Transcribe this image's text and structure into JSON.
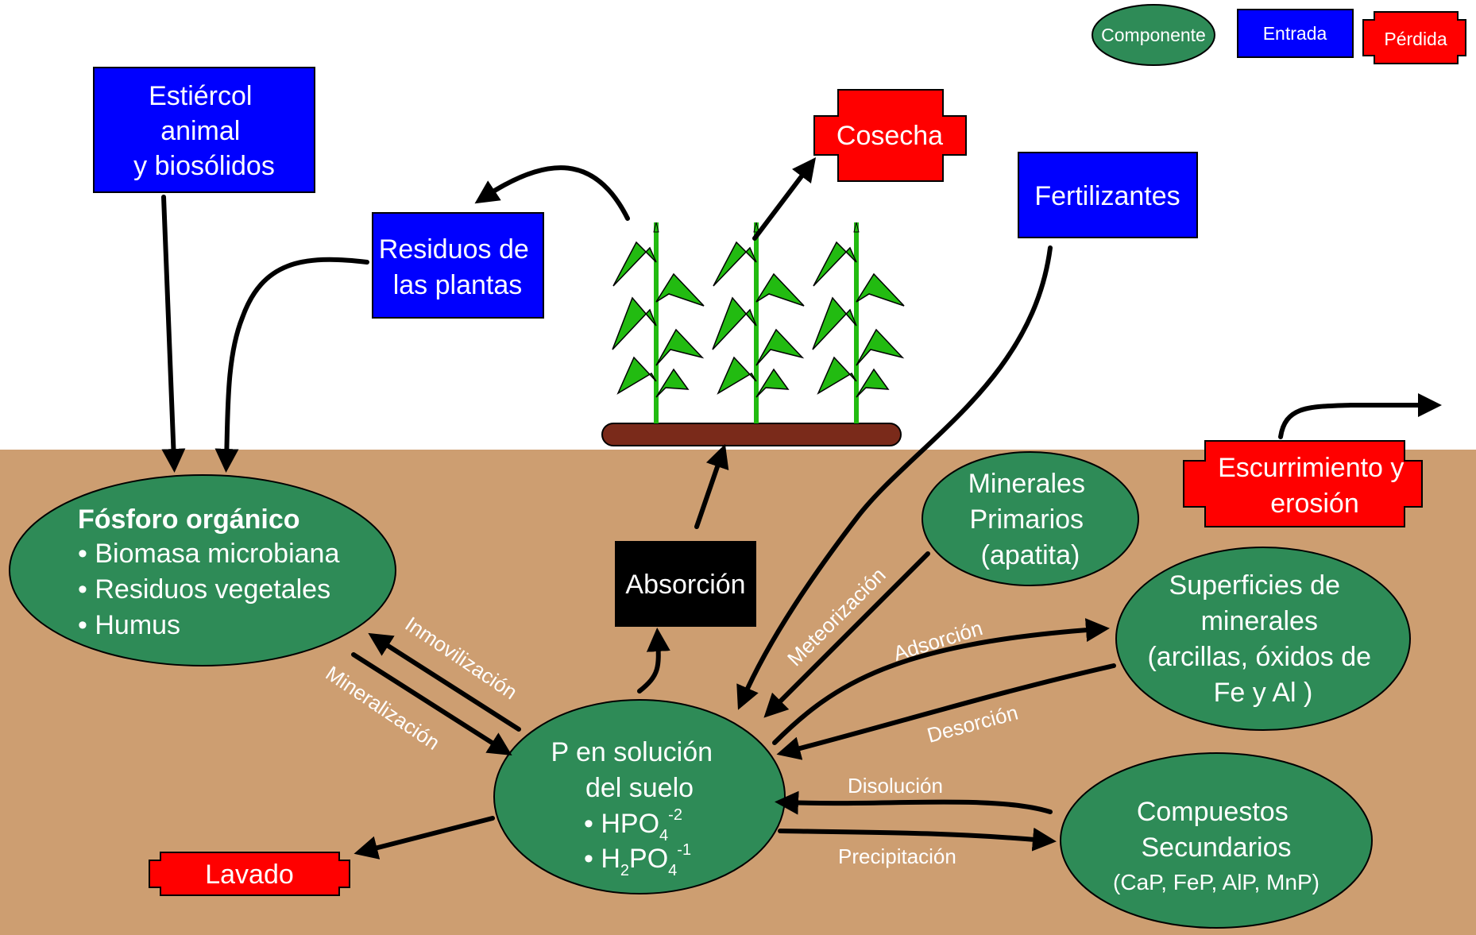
{
  "colors": {
    "component": "#2e8b57",
    "input": "#0000ff",
    "loss": "#ff0000",
    "soil": "#cd9e71",
    "absorption": "#000000",
    "plant_leaf": "#22bb11",
    "ground_strip": "#7a2a1a"
  },
  "legend": {
    "component": "Componente",
    "input": "Entrada",
    "loss": "Pérdida"
  },
  "inputs": {
    "manure": [
      "Estiércol",
      "animal",
      "y biosólidos"
    ],
    "residues": [
      "Residuos de",
      "las plantas"
    ],
    "fertilizers": "Fertilizantes"
  },
  "losses": {
    "harvest": "Cosecha",
    "runoff": [
      "Escurrimiento y",
      "erosión"
    ],
    "leaching": "Lavado"
  },
  "absorption": "Absorción",
  "organic_p": {
    "title": "Fósforo orgánico",
    "items": [
      "• Biomasa microbiana",
      "• Residuos vegetales",
      "• Humus"
    ]
  },
  "primary_minerals": [
    "Minerales",
    "Primarios",
    "(apatita)"
  ],
  "mineral_surfaces": [
    "Superficies de",
    "minerales",
    "(arcillas, óxidos de",
    "Fe y Al )"
  ],
  "solution_p": {
    "lines": [
      "P en solución",
      "del suelo"
    ],
    "ion1": {
      "bullet": "• HPO",
      "sub": "4",
      "sup": "-2"
    },
    "ion2": {
      "bullet": "• H",
      "sub1": "2",
      "mid": "PO",
      "sub2": "4",
      "sup": "-1"
    }
  },
  "secondary": {
    "lines": [
      "Compuestos",
      "Secundarios"
    ],
    "detail": "(CaP, FeP, AlP, MnP)"
  },
  "processes": {
    "immobilization": "Inmovilización",
    "mineralization": "Mineralización",
    "weathering": "Meteorización",
    "adsorption": "Adsorción",
    "desorption": "Desorción",
    "dissolution": "Disolución",
    "precipitation": "Precipitación"
  }
}
